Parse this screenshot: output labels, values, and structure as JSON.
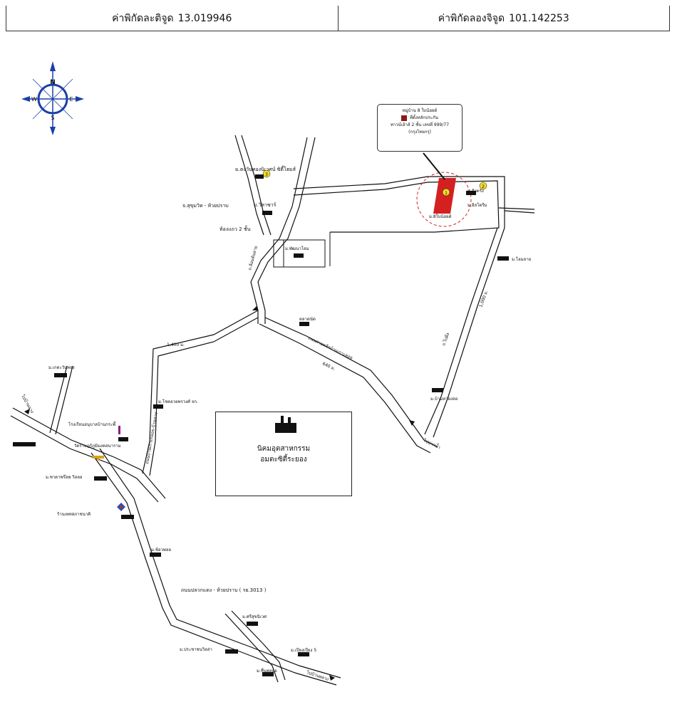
{
  "coords": {
    "lat_label": "ค่าพิกัดละติจูด",
    "lat_value": "13.019946",
    "lon_label": "ค่าพิกัดลองจิจูด",
    "lon_value": "101.142253"
  },
  "compass": {
    "n": "N",
    "s": "S",
    "e": "E",
    "w": "W"
  },
  "callout": {
    "line1": "หมู่บ้าน 8 ใบน้อยด์",
    "line2": "ที่ตั้งหลักประกัน",
    "line3": "ทาวน์เฮ้าส์ 2 ชั้น เลขที่ 999/77",
    "line4": "(กรุงไทยกรุ)"
  },
  "estate": {
    "line1": "นิคมอุตสาหกรรม",
    "line2": "อมตะซิตี้ระยอง"
  },
  "colors": {
    "subject": "#d42020",
    "legend": "#8b1a1a",
    "compass": "#1b3fa8",
    "marker": "#f2dc2a"
  },
  "labels": {
    "village_top": "ม.ตะวันทองนิเวศน์ ซิตี้โฮมส์",
    "road_junction": "จ.สุขุมวิท - ห้วยปราบ",
    "village_left": "ม.วิลาซาร์",
    "shophouse": "ห้องแถว 2 ชั้น",
    "roadside": "ถ.ล้อมต้นลาย",
    "village_mid": "ม.พัฒนาโฮม",
    "market": "ตลาดนัด",
    "road_diag": "ถนนสายหลักบ้านเกาะลอย",
    "dist_640": "640 ม.",
    "dist_1400": "1,400 ม.",
    "village_right1": "ม.คิงตรัง",
    "village_right2": "ม.ฮิลโตรีม",
    "village_far_right": "ม.โอมลาย",
    "dist_1000": "1,000 ม.",
    "road_right": "ถ.ไปฝั่ง",
    "village_right_low": "ม.บ้านหวองลอ",
    "to_right": "ไปปากน้ำ",
    "village_left2": "ม.เกตะวันทอง",
    "village_chonburi": "ม.โชคอวยพรวงศ์ จก.",
    "road_left": "ไปบ้านฉาง",
    "school": "โรงเรียนอนุบาลบ้านกระพี้",
    "temple": "วัดราษฎร์ภูมิมงคลนาราม",
    "village_left3": "ม.ซาดาพร๊อพ วิลลอ",
    "road_mid": "ถนนบ้านเกาะกลอย-บ้านฉาง",
    "shop": "ร้านเพทสภาชนาคิ",
    "village_bottom1": "ม.ช้อวพลอ",
    "main_road": "ถนนปลวกแดง - ห้วยปราบ ( รย.3013 )",
    "village_bottom2": "ม.ศรีสุขนิเวศ",
    "village_bottom3": "ม.ประชาชนวิลล่า",
    "village_bottom4": "ม.เปียงเปียง 5",
    "village_bottom5": "ม.ชื่นพลอย",
    "to_bottom": "ไปบ้านพลวง",
    "subject_label": "ม.8ใบน้อยด์",
    "marker1": "1",
    "marker2": "2",
    "marker3": "3"
  }
}
